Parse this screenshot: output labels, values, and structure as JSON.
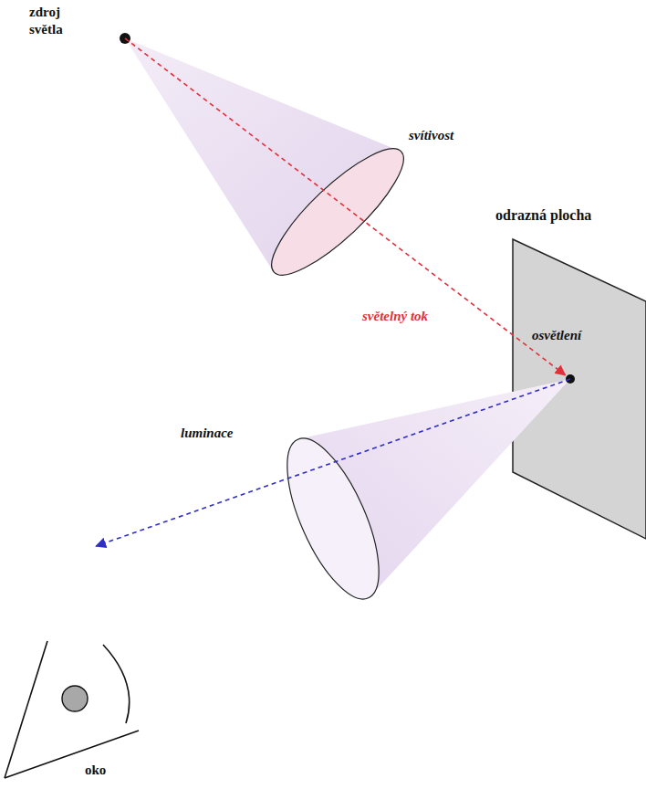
{
  "diagram": {
    "nodes": [
      {
        "text": [
          "zdroj světla"
        ]
      },
      {
        "text": [
          "odrazná plocha",
          "osvětlení"
        ]
      },
      {
        "text": [
          "oko"
        ]
      }
    ],
    "edges": [
      {
        "from": 0,
        "to": 1,
        "arrow": "to",
        "label": "světelný tok"
      },
      {
        "from": 1,
        "to": 2,
        "arrow": "to"
      }
    ],
    "labels": [
      "svítivost",
      "luminace"
    ]
  }
}
